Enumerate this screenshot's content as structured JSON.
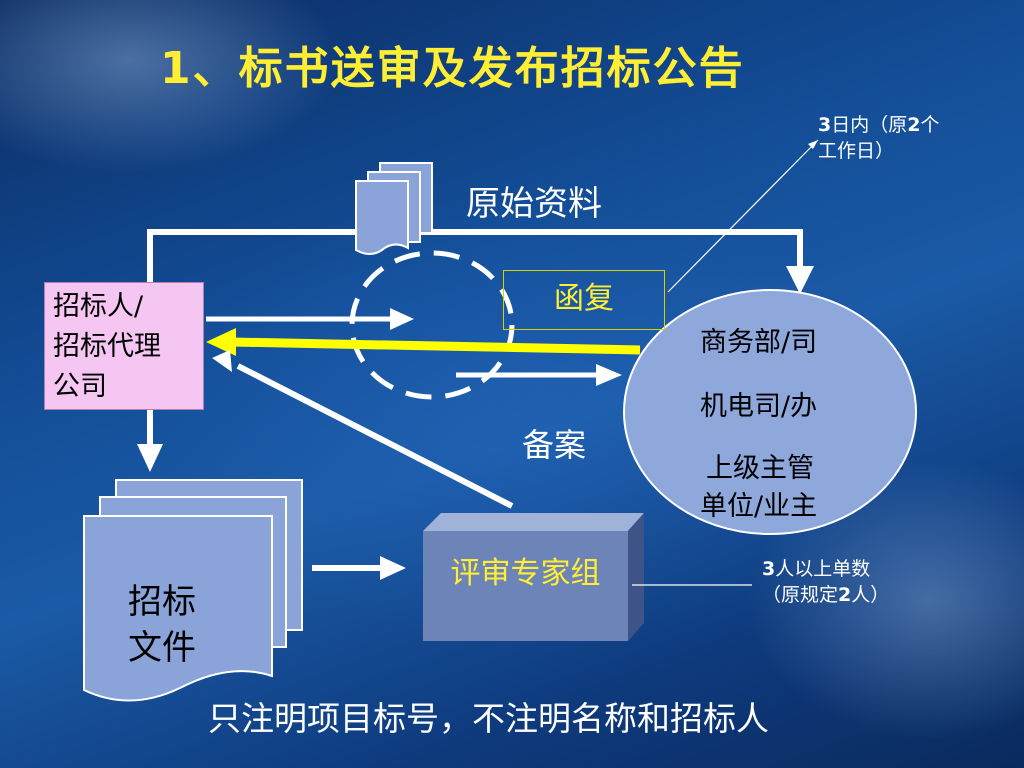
{
  "title": "1、标书送审及发布招标公告",
  "notes": {
    "days_line1_num": "3",
    "days_line1_text": "日内（原",
    "days_line1_num2": "2",
    "days_line1_tail": "个",
    "days_line2": "工作日）",
    "experts_line1_num": "3",
    "experts_line1_text": "人以上单数",
    "experts_line2_pre": "（原规定",
    "experts_line2_num": "2",
    "experts_line2_tail": "人）"
  },
  "labels": {
    "original_docs": "原始资料",
    "reply": "函复",
    "filing": "备案",
    "expert_group": "评审专家组",
    "bottom_note": "只注明项目标号，不注明名称和招标人"
  },
  "tenderer": [
    "招标人/",
    "招标代理",
    "公司"
  ],
  "authority": [
    "商务部/司",
    "机电司/办",
    "上级主管",
    "单位/业主"
  ],
  "tender_doc": [
    "招标",
    "文件"
  ],
  "colors": {
    "title": "#ffee33",
    "highlight_arrow": "#ffff00",
    "pink_box": "#f6c6f2",
    "ellipse": "#8fa8dc",
    "doc": "#8aa3d8",
    "expert_box": "#6d84b8"
  }
}
